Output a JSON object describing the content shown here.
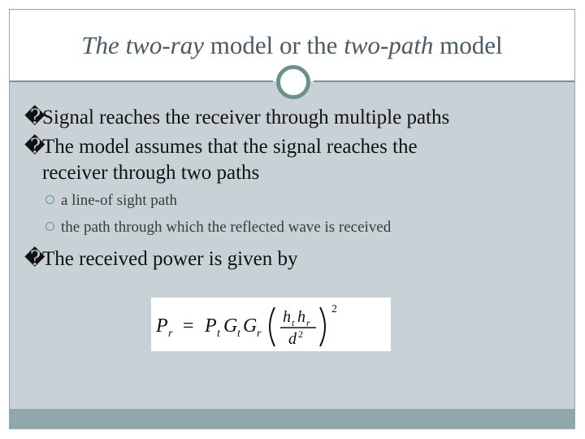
{
  "title": {
    "part1": "The two-ray",
    "part2": " model or the ",
    "part3": "two-path",
    "part4": " model"
  },
  "bullets": {
    "glyph": "�",
    "b1": "Signal reaches the receiver through multiple paths",
    "b2_line1": "The model assumes that the signal reaches the",
    "b2_line2": "receiver through two paths",
    "b3": "The received power is given by"
  },
  "subbullets": [
    "a line-of sight path",
    "the path through which the reflected wave is received"
  ],
  "formula": {
    "lhs_P": "P",
    "lhs_sub": "r",
    "equals": "=",
    "P": "P",
    "P_sub": "t",
    "G1": "G",
    "G1_sub": "t",
    "G2": "G",
    "G2_sub": "r",
    "num_h1": "h",
    "num_h1_sub": "t",
    "num_h2": "h",
    "num_h2_sub": "r",
    "den_d": "d",
    "den_exp": "2",
    "outer_exp": "2"
  },
  "colors": {
    "title_text": "#4a5a66",
    "body_bg": "#c8d1d6",
    "accent": "#6f8f8f",
    "band": "#8fa8ab"
  }
}
